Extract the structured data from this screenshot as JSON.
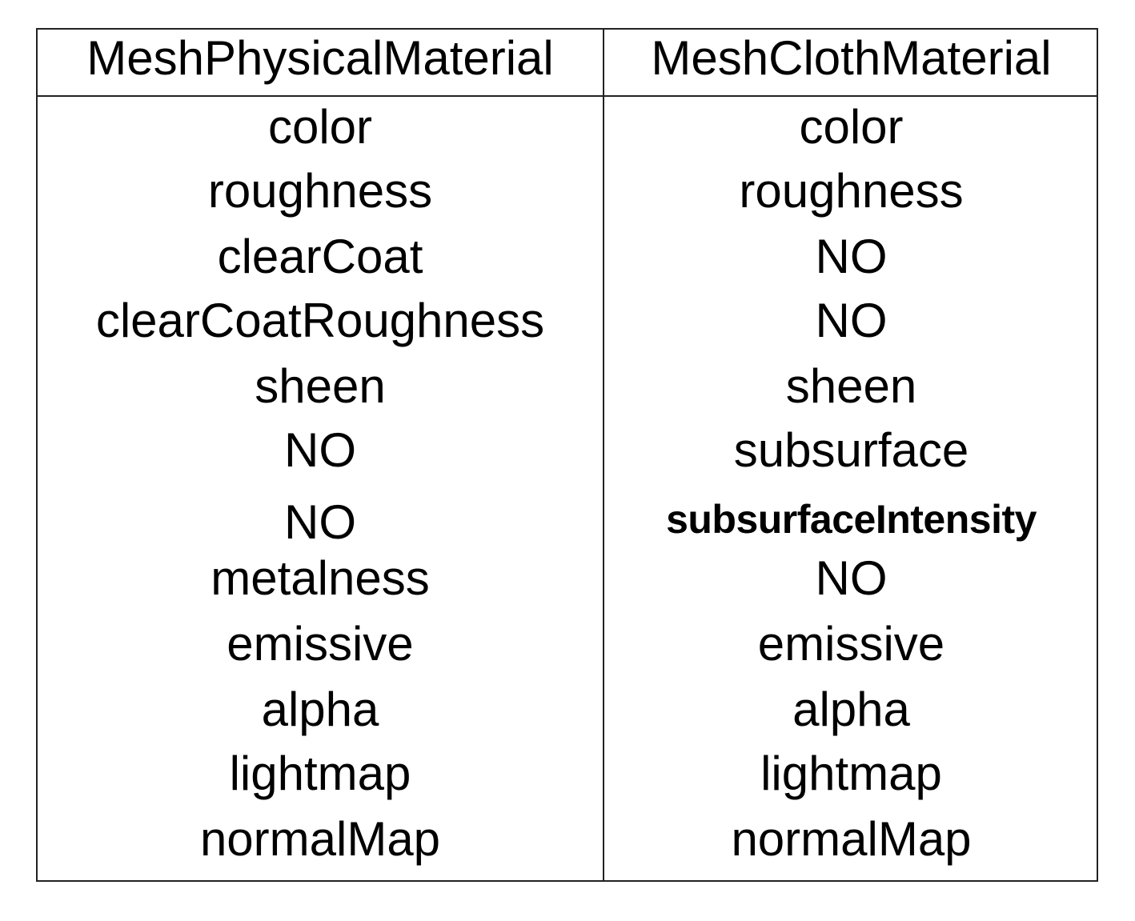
{
  "table": {
    "headers": [
      "MeshPhysicalMaterial",
      "MeshClothMaterial"
    ],
    "rows": [
      [
        "color",
        "color"
      ],
      [
        "roughness",
        "roughness"
      ],
      [
        "clearCoat",
        "NO"
      ],
      [
        "clearCoatRoughness",
        "NO"
      ],
      [
        "sheen",
        "sheen"
      ],
      [
        "NO",
        "subsurface"
      ],
      [
        "NO",
        "subsurfaceIntensity"
      ],
      [
        "metalness",
        "NO"
      ],
      [
        "emissive",
        "emissive"
      ],
      [
        "alpha",
        "alpha"
      ],
      [
        "lightmap",
        "lightmap"
      ],
      [
        "normalMap",
        "normalMap"
      ]
    ]
  },
  "colors": {
    "border": "#222222",
    "text": "#000000",
    "background": "#ffffff"
  }
}
